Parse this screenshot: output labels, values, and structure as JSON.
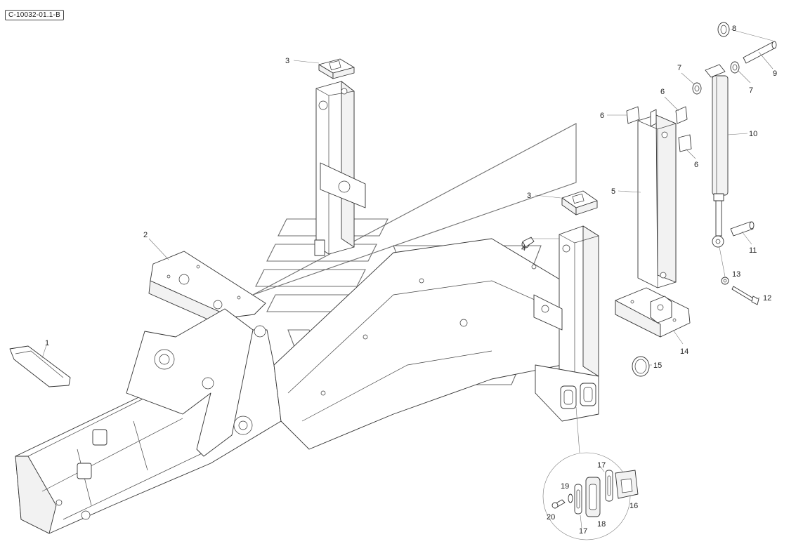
{
  "diagram": {
    "reference_code": "C-10032-01.1-B",
    "callouts": {
      "c1": "1",
      "c2": "2",
      "c3a": "3",
      "c3b": "3",
      "c4": "4",
      "c5": "5",
      "c6a": "6",
      "c6b": "6",
      "c6c": "6",
      "c7a": "7",
      "c7b": "7",
      "c8": "8",
      "c9": "9",
      "c10": "10",
      "c11": "11",
      "c12": "12",
      "c13": "13",
      "c14": "14",
      "c15": "15",
      "c16": "16",
      "c17a": "17",
      "c17b": "17",
      "c18": "18",
      "c19": "19",
      "c20": "20"
    },
    "colors": {
      "line": "#333333",
      "background": "#ffffff"
    }
  }
}
